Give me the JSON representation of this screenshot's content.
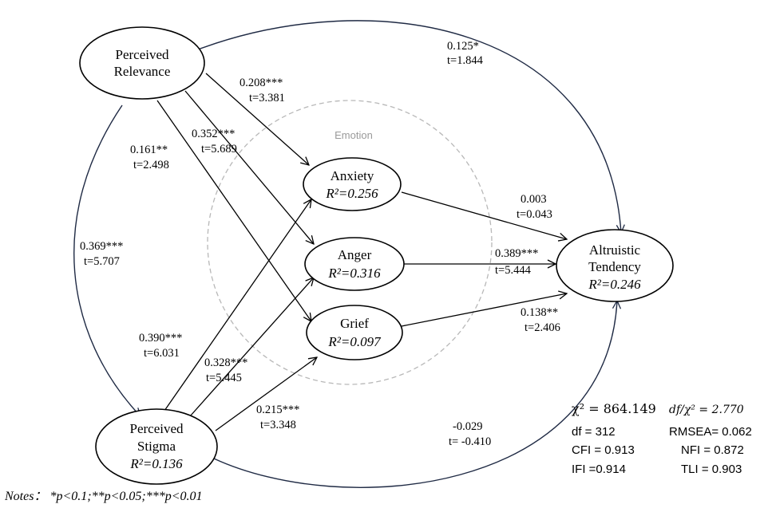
{
  "group_label": "Emotion",
  "nodes": {
    "relevance": {
      "line1": "Perceived",
      "line2": "Relevance"
    },
    "stigma": {
      "line1": "Perceived",
      "line2": "Stigma",
      "r2": "R²=0.136"
    },
    "anxiety": {
      "label": "Anxiety",
      "r2": "R²=0.256"
    },
    "anger": {
      "label": "Anger",
      "r2": "R²=0.316"
    },
    "grief": {
      "label": "Grief",
      "r2": "R²=0.097"
    },
    "altruistic": {
      "line1": "Altruistic",
      "line2": "Tendency",
      "r2": "R²=0.246"
    }
  },
  "paths": {
    "rel_alt": {
      "coef": "0.125*",
      "t": "t=1.844"
    },
    "rel_anx": {
      "coef": "0.208***",
      "t": "t=3.381"
    },
    "rel_ang": {
      "coef": "0.352***",
      "t": "t=5.689"
    },
    "rel_gri": {
      "coef": "0.161**",
      "t": "t=2.498"
    },
    "rel_sti": {
      "coef": "0.369***",
      "t": "t=5.707"
    },
    "sti_anx": {
      "coef": "0.390***",
      "t": "t=6.031"
    },
    "sti_ang": {
      "coef": "0.328***",
      "t": "t=5.445"
    },
    "sti_gri": {
      "coef": "0.215***",
      "t": "t=3.348"
    },
    "sti_alt": {
      "coef": "-0.029",
      "t": "t= -0.410"
    },
    "anx_alt": {
      "coef": "0.003",
      "t": "t=0.043"
    },
    "ang_alt": {
      "coef": "0.389***",
      "t": "t=5.444"
    },
    "gri_alt": {
      "coef": "0.138**",
      "t": "t=2.406"
    }
  },
  "fit": {
    "chi2_label": "χ² = 864.149",
    "dfchi_label": "df/χ² = 2.770",
    "df": "df  = 312",
    "rmsea": "RMSEA= 0.062",
    "cfi": "CFI = 0.913",
    "nfi": "NFI  = 0.872",
    "ifi": "IFI  =0.914",
    "tli": "TLI   = 0.903"
  },
  "notes": "Notes：  *p<0.1;**p<0.05;***p<0.01"
}
